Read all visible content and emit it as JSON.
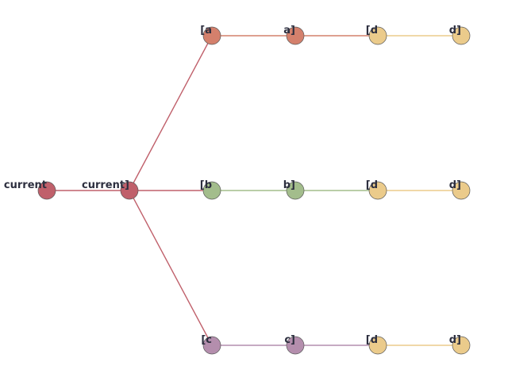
{
  "colors": {
    "current": "#c0606b",
    "a": "#d4806c",
    "b": "#a3bd8c",
    "c": "#b48ead",
    "d": "#ebcb8b",
    "label": "#2d2f3f"
  },
  "nodes": [
    {
      "id": "n0",
      "label": "current",
      "group": "current"
    },
    {
      "id": "n1",
      "label": "current]",
      "group": "current"
    },
    {
      "id": "n2",
      "label": "[a",
      "group": "a"
    },
    {
      "id": "n3",
      "label": "a]",
      "group": "a"
    },
    {
      "id": "n4",
      "label": "[d",
      "group": "d"
    },
    {
      "id": "n5",
      "label": "d]",
      "group": "d"
    },
    {
      "id": "n6",
      "label": "[b",
      "group": "b"
    },
    {
      "id": "n7",
      "label": "b]",
      "group": "b"
    },
    {
      "id": "n8",
      "label": "[d",
      "group": "d"
    },
    {
      "id": "n9",
      "label": "d]",
      "group": "d"
    },
    {
      "id": "n10",
      "label": "[c",
      "group": "c"
    },
    {
      "id": "n11",
      "label": "c]",
      "group": "c"
    },
    {
      "id": "n12",
      "label": "[d",
      "group": "d"
    },
    {
      "id": "n13",
      "label": "d]",
      "group": "d"
    }
  ],
  "edges": [
    {
      "from": "n0",
      "to": "n1",
      "group": "current"
    },
    {
      "from": "n1",
      "to": "n2",
      "group": "current"
    },
    {
      "from": "n1",
      "to": "n6",
      "group": "current"
    },
    {
      "from": "n1",
      "to": "n10",
      "group": "current"
    },
    {
      "from": "n2",
      "to": "n3",
      "group": "a"
    },
    {
      "from": "n3",
      "to": "n4",
      "group": "a"
    },
    {
      "from": "n4",
      "to": "n5",
      "group": "d"
    },
    {
      "from": "n6",
      "to": "n7",
      "group": "b"
    },
    {
      "from": "n7",
      "to": "n8",
      "group": "b"
    },
    {
      "from": "n8",
      "to": "n9",
      "group": "d"
    },
    {
      "from": "n10",
      "to": "n11",
      "group": "c"
    },
    {
      "from": "n11",
      "to": "n12",
      "group": "c"
    },
    {
      "from": "n12",
      "to": "n13",
      "group": "d"
    }
  ]
}
